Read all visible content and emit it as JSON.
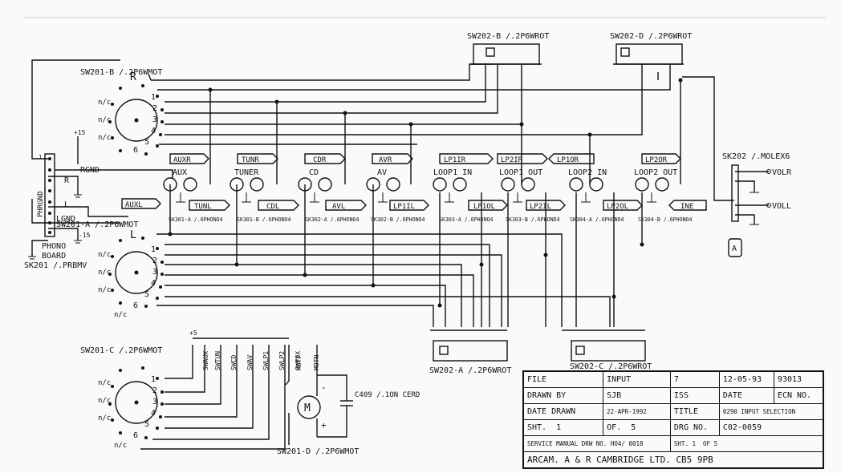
{
  "switches": {
    "sw201b": "SW201-B /.2P6WMOT",
    "sw201a": "SW201-A /.2P6WMOT",
    "sw201c": "SW201-C /.2P6WMOT",
    "sw201d": "SW201-D /.2P6WMOT",
    "sw202b": "SW202-B /.2P6WROT",
    "sw202d": "SW202-D /.2P6WROT",
    "sw202a": "SW202-A /.2P6WROT",
    "sw202c": "SW202-C /.2P6WROT"
  },
  "wafer_marks": {
    "right": "R",
    "left": "L"
  },
  "wafer_labels": {
    "nc": "n/c",
    "pos": [
      "1",
      "2",
      "3",
      "4",
      "5",
      "6"
    ]
  },
  "phono": {
    "gnd": "PHRGND",
    "r": "R",
    "l": "L",
    "rgnd": "RGND",
    "lgnd": "LGND",
    "plus": "+15",
    "minus": "-15",
    "board": "PHONO",
    "board2": "BOARD",
    "connector": "SK201 /.PRBMV",
    "pin1": "1"
  },
  "sockets": [
    {
      "name": "AUX",
      "part": "SK301-A /.6PHONO4"
    },
    {
      "name": "TUNER",
      "part": "SK301-B /.6PHONO4"
    },
    {
      "name": "CD",
      "part": "SK302-A /.6PHONO4"
    },
    {
      "name": "AV",
      "part": "SK302-B /.6PHONO4"
    },
    {
      "name": "LOOP1 IN",
      "part": "SK303-A /.6PHONO4"
    },
    {
      "name": "LOOP1 OUT",
      "part": "SK303-B /.6PHONO4"
    },
    {
      "name": "LOOP2 IN",
      "part": "SK304-A /.6PHONO4"
    },
    {
      "name": "LOOP2 OUT",
      "part": "SK304-B /.6PHONO4"
    }
  ],
  "net_flags_top": [
    "AUXR",
    "TUNR",
    "CDR",
    "AVR",
    "LP1IR",
    "LP2IR",
    "LP1OR",
    "LP2OR"
  ],
  "net_flags_low": [
    "AUXL",
    "TUNL",
    "CDL",
    "AVL",
    "LP1IL",
    "LP1OL",
    "LP2IL",
    "LP2OL",
    "INE"
  ],
  "molex": {
    "name": "SK202 /.MOLEX6",
    "volr": "VOLR",
    "voll": "VOLL",
    "marker": "A"
  },
  "control": {
    "supply": "+5",
    "lines": [
      "SWAUX",
      "SWTUN",
      "SWCD",
      "SWAV",
      "SWLP1",
      "SWLP2",
      "SWFIX"
    ],
    "motor": {
      "motp": "MOTP",
      "motn": "MOTN",
      "symbol": "M",
      "minus": "-",
      "plus": "+"
    },
    "capacitor": "C409 /.1ON CERD"
  },
  "title_block": {
    "file_label": "FILE",
    "file_value": "INPUT",
    "drawing_num": "7",
    "date1": "12-05-93",
    "num1": "93013",
    "drawn_by_label": "DRAWN BY",
    "drawn_by": "SJB",
    "iss_label": "ISS",
    "date_label": "DATE",
    "ecn_label": "ECN NO.",
    "date_drawn_label": "DATE DRAWN",
    "date_drawn": "22-APR-1992",
    "title_label": "TITLE",
    "title": "0290 INPUT SELECTION",
    "sht_label": "SHT.",
    "sht": "1",
    "of_label": "OF.",
    "of": "5",
    "drg_label": "DRG NO.",
    "drg": "C02-0059",
    "service": "SERVICE MANUAL DRW NO. HO4/",
    "service_no": "0018",
    "sht2_label": "SHT.",
    "sht2": "1",
    "of2_label": "OF",
    "of2": "5",
    "company": "ARCAM. A & R CAMBRIDGE LTD. CB5 9PB"
  }
}
